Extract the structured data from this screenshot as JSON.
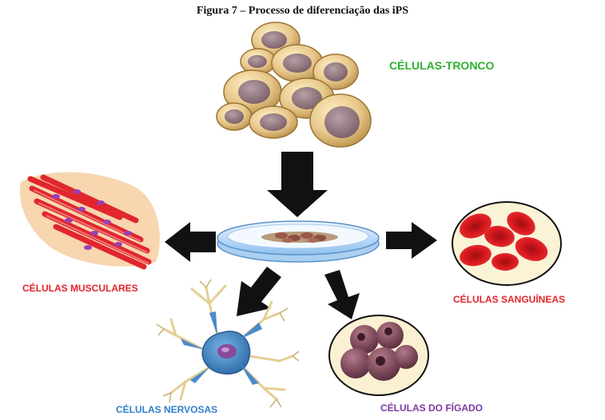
{
  "figure": {
    "title": "Figura 7 – Processo de diferenciação das iPS"
  },
  "labels": {
    "stem_cells": "CÉLULAS-TRONCO",
    "muscle_cells": "CÉLULAS MUSCULARES",
    "blood_cells": "CÉLULAS SANGUÍNEAS",
    "nerve_cells": "CÉLULAS NERVOSAS",
    "liver_cells": "CÉLULAS DO FÍGADO"
  },
  "colors": {
    "stem_label": "#2fb02f",
    "muscle_label": "#e2242b",
    "blood_label": "#e2242b",
    "nerve_label": "#2f7fc8",
    "liver_label": "#7b3aa3",
    "arrows": "#111111"
  }
}
